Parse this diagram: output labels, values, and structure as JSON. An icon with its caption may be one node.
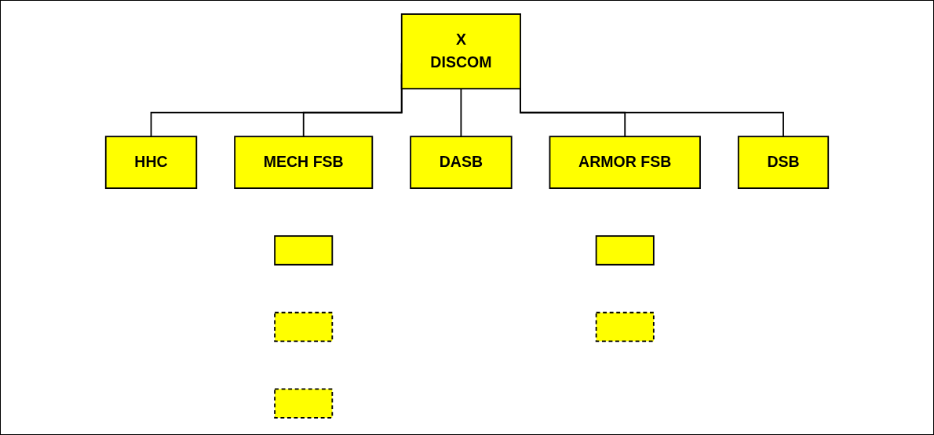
{
  "diagram": {
    "nodes": [
      {
        "text": [
          "X",
          "DISCOM"
        ]
      },
      {
        "text": [
          "HHC"
        ]
      },
      {
        "text": [
          "MECH FSB"
        ]
      },
      {
        "text": [],
        "shape": "box"
      },
      {
        "text": [],
        "shape": "box"
      },
      {
        "text": [],
        "shape": "box"
      },
      {
        "text": [
          "DASB"
        ]
      },
      {
        "text": [
          "ARMOR FSB"
        ]
      },
      {
        "text": [],
        "shape": "box"
      },
      {
        "text": [],
        "shape": "box"
      },
      {
        "text": [
          "DSB"
        ]
      }
    ],
    "edges": [
      {
        "from": 0,
        "to": 1,
        "arrow": "none"
      },
      {
        "from": 0,
        "to": 2,
        "arrow": "none"
      },
      {
        "from": 0,
        "to": 6,
        "arrow": "none"
      },
      {
        "from": 0,
        "to": 7,
        "arrow": "none"
      },
      {
        "from": 0,
        "to": 10,
        "arrow": "none"
      }
    ]
  }
}
